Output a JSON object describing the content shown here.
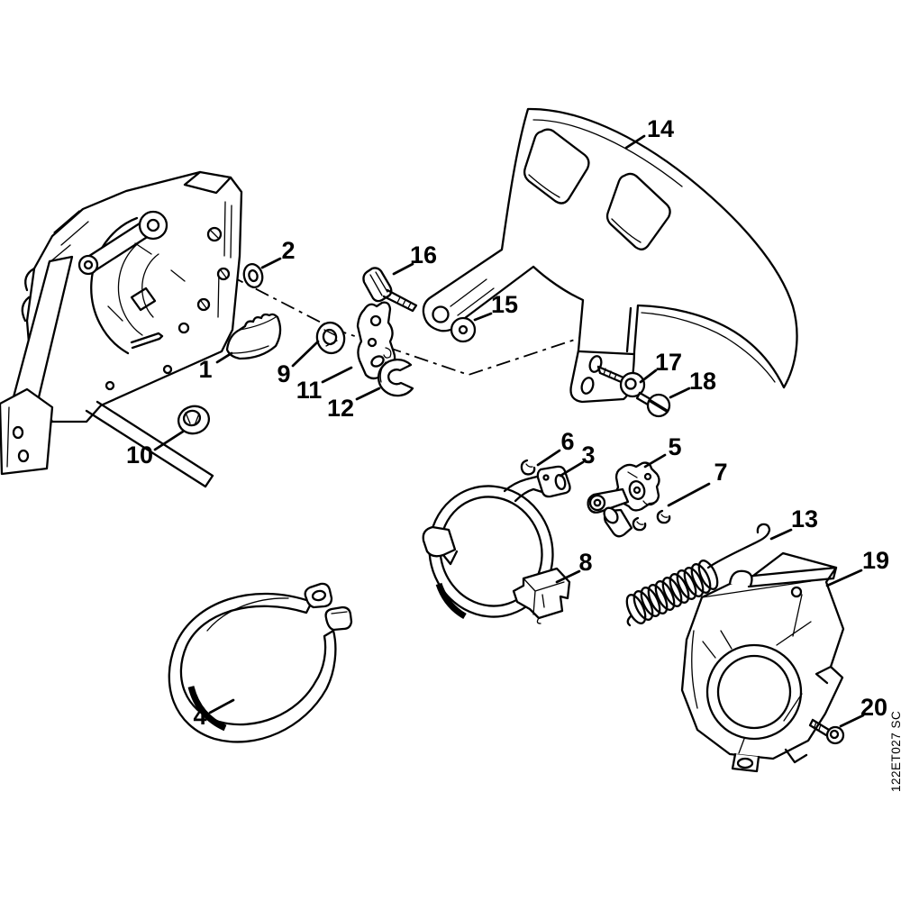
{
  "colors": {
    "background": "#ffffff",
    "line": "#000000"
  },
  "watermark": "122ET027 SC",
  "callouts": {
    "c1": "1",
    "c2": "2",
    "c3": "3",
    "c4": "4",
    "c5": "5",
    "c6": "6",
    "c7": "7",
    "c8": "8",
    "c9": "9",
    "c10": "10",
    "c11": "11",
    "c12": "12",
    "c13": "13",
    "c14": "14",
    "c15": "15",
    "c16": "16",
    "c17": "17",
    "c18": "18",
    "c19": "19",
    "c20": "20"
  }
}
